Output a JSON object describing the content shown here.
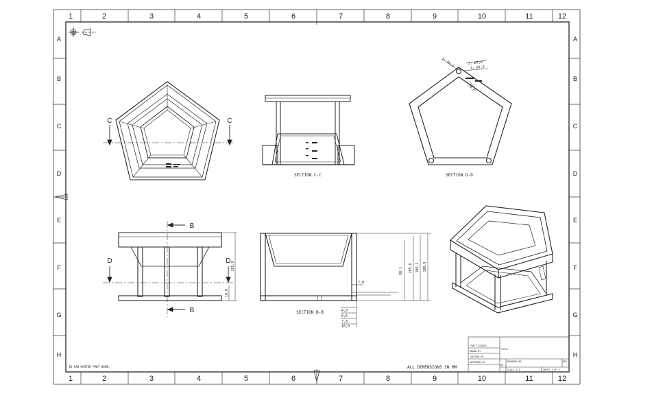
{
  "sheet": {
    "col_labels": [
      "1",
      "2",
      "3",
      "4",
      "5",
      "6",
      "7",
      "8",
      "9",
      "10",
      "11",
      "12"
    ],
    "row_labels": [
      "A",
      "B",
      "C",
      "D",
      "E",
      "F",
      "G",
      "H"
    ],
    "part_name_label": "3D CAD MASTER PART NAME:",
    "units_note": "ALL DIMENSIONS IN MM"
  },
  "views": {
    "top": {
      "cut_labels": [
        "C",
        "C"
      ]
    },
    "section_cc": {
      "title": "SECTION C-C"
    },
    "section_dd": {
      "title": "SECTION D-D",
      "dims": [
        "3: R6,4",
        "3: Ø7,0",
        "3: Ø7,2",
        "50,6"
      ]
    },
    "front": {
      "cut_b": [
        "B",
        "B"
      ],
      "cut_d": [
        "D",
        "D"
      ],
      "dims": [
        "109,9",
        "10,0"
      ]
    },
    "section_bb": {
      "title": "SECTION B-B",
      "dims": [
        "98,1",
        "105,8",
        "109,1",
        "109,9",
        "7,0",
        "4,0",
        "6,5",
        "7,8",
        "10,0"
      ]
    }
  },
  "title_block": {
    "rows": [
      "FIRST ISSUED",
      "DRAWN BY",
      "CHECKED BY",
      "APPROVED BY"
    ],
    "title_label": "TITLE",
    "size_label": "A3",
    "drawing_no_label": "DRAWING NO.",
    "scale_label": "SCALE 1:1",
    "sheet_label": "SHEET 1 OF 1",
    "rev_label": "REV"
  }
}
